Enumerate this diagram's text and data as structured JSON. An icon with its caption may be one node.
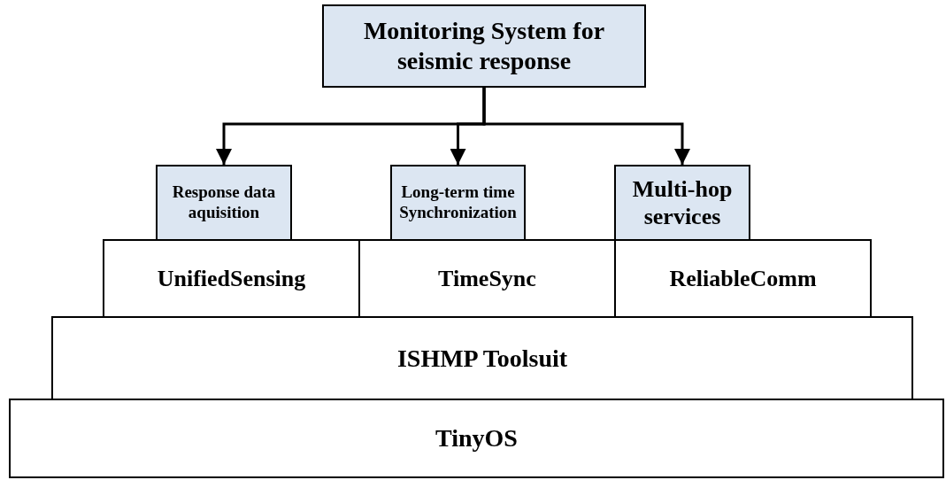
{
  "diagram": {
    "nodes": [
      {
        "text": [
          "Monitoring System for seismic response"
        ]
      },
      {
        "text": [
          "Response data aquisition"
        ]
      },
      {
        "text": [
          "Long-term time Synchronization"
        ]
      },
      {
        "text": [
          "Multi-hop services"
        ]
      },
      {
        "text": [
          "UnifiedSensing"
        ]
      },
      {
        "text": [
          "TimeSync"
        ]
      },
      {
        "text": [
          "ReliableComm"
        ]
      },
      {
        "text": [
          "ISHMP Toolsuit"
        ]
      },
      {
        "text": [
          "TinyOS"
        ]
      }
    ],
    "edges": [
      {
        "from": 0,
        "to": 1,
        "arrow": "to"
      },
      {
        "from": 0,
        "to": 2,
        "arrow": "to"
      },
      {
        "from": 0,
        "to": 3,
        "arrow": "to"
      }
    ]
  }
}
